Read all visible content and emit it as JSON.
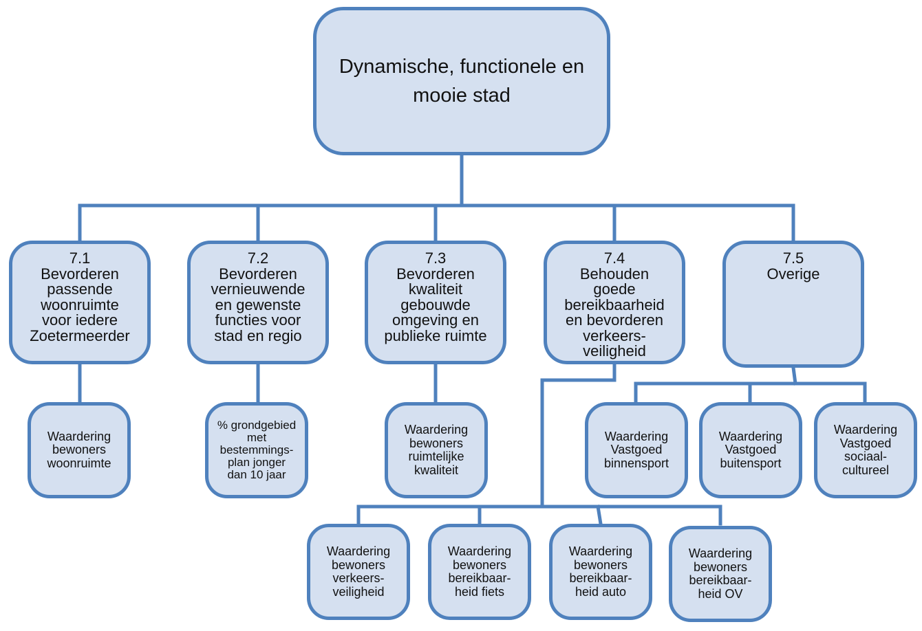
{
  "colors": {
    "box_fill": "#d5e0f0",
    "box_border": "#4f81bd",
    "connector": "#4f81bd",
    "text": "#111111"
  },
  "root": {
    "lines": [
      "Dynamische, functionele en",
      "mooie stad"
    ]
  },
  "goals": [
    {
      "id": "7.1",
      "lines": [
        "7.1",
        "Bevorderen",
        "passende",
        "woonruimte",
        "voor iedere",
        "Zoetermeerder"
      ]
    },
    {
      "id": "7.2",
      "lines": [
        "7.2",
        "Bevorderen",
        "vernieuwende",
        "en gewenste",
        "functies voor",
        "stad en regio"
      ]
    },
    {
      "id": "7.3",
      "lines": [
        "7.3",
        "Bevorderen",
        "kwaliteit",
        "gebouwde",
        "omgeving en",
        "publieke ruimte"
      ]
    },
    {
      "id": "7.4",
      "lines": [
        "7.4",
        "Behouden",
        "goede",
        "bereikbaarheid",
        "en bevorderen",
        "verkeers-",
        "veiligheid"
      ]
    },
    {
      "id": "7.5",
      "lines": [
        "7.5",
        "Overige"
      ]
    }
  ],
  "indicators": [
    {
      "parent": "7.1",
      "lines": [
        "Waardering",
        "bewoners",
        "woonruimte"
      ]
    },
    {
      "parent": "7.2",
      "lines": [
        "% grondgebied",
        "met",
        "bestemmings-",
        "plan jonger",
        "dan 10 jaar"
      ]
    },
    {
      "parent": "7.3",
      "lines": [
        "Waardering",
        "bewoners",
        "ruimtelijke",
        "kwaliteit"
      ]
    },
    {
      "parent": "7.5",
      "lines": [
        "Waardering",
        "Vastgoed",
        "binnensport"
      ]
    },
    {
      "parent": "7.5",
      "lines": [
        "Waardering",
        "Vastgoed",
        "buitensport"
      ]
    },
    {
      "parent": "7.5",
      "lines": [
        "Waardering",
        "Vastgoed",
        "sociaal-",
        "cultureel"
      ]
    },
    {
      "parent": "7.4",
      "lines": [
        "Waardering",
        "bewoners",
        "verkeers-",
        "veiligheid"
      ]
    },
    {
      "parent": "7.4",
      "lines": [
        "Waardering",
        "bewoners",
        "bereikbaar-",
        "heid fiets"
      ]
    },
    {
      "parent": "7.4",
      "lines": [
        "Waardering",
        "bewoners",
        "bereikbaar-",
        "heid auto"
      ]
    },
    {
      "parent": "7.4",
      "lines": [
        "Waardering",
        "bewoners",
        "bereikbaar-",
        "heid OV"
      ]
    }
  ]
}
